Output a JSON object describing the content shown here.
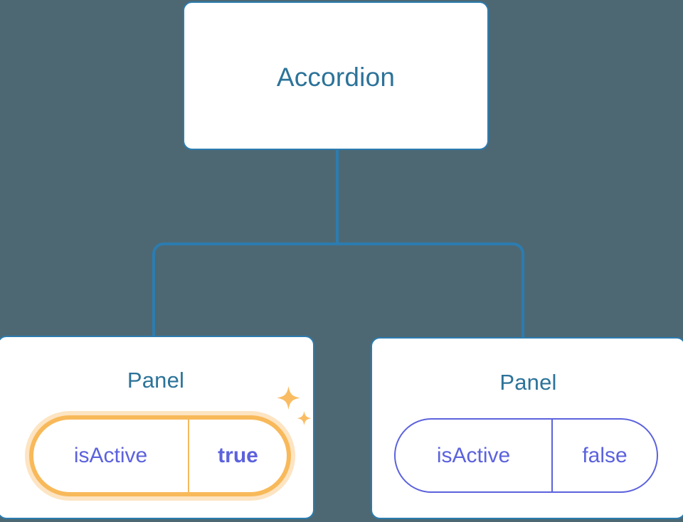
{
  "diagram": {
    "type": "component-tree",
    "background_color": "#4d6873",
    "node_border_color": "#2c7cb0",
    "node_title_color": "#2c7399",
    "prop_color": "#5c62dd",
    "highlight_color": "#f8b95a",
    "highlight_glow_color": "#fabe6e",
    "connector_color": "#2c7cb0"
  },
  "nodes": {
    "root": {
      "title": "Accordion"
    },
    "panel_left": {
      "title": "Panel",
      "prop": {
        "key": "isActive",
        "value": "true",
        "highlighted": true,
        "sparkle_icon": "sparkles-icon"
      }
    },
    "panel_right": {
      "title": "Panel",
      "prop": {
        "key": "isActive",
        "value": "false",
        "highlighted": false
      }
    }
  },
  "edges": [
    {
      "from": "root",
      "to": "panel_left"
    },
    {
      "from": "root",
      "to": "panel_right"
    }
  ]
}
